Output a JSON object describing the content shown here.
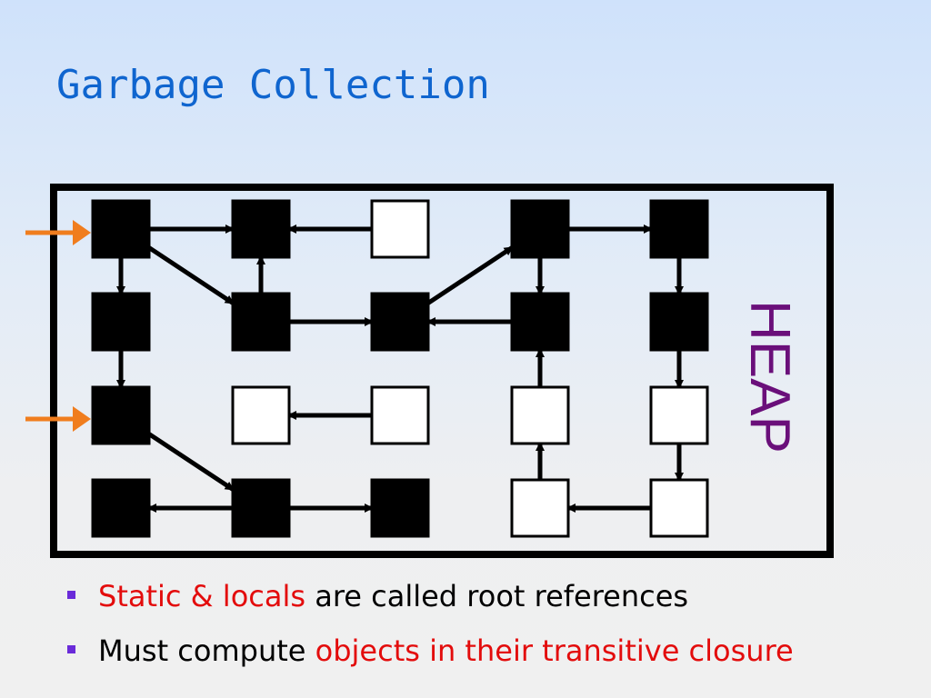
{
  "slide": {
    "title": "Garbage Collection",
    "heap_label": "HEAP",
    "colors": {
      "title": "#0f65cf",
      "heap_label": "#6a0f7a",
      "root_arrow": "#f07d1e",
      "highlight_text": "#e30c0c",
      "bullet_marker": "#6a2bd9"
    }
  },
  "bullets": [
    {
      "highlight": "Static & locals",
      "text": " are called root references"
    },
    {
      "text": "Must compute ",
      "highlight": "objects in their transitive closure"
    }
  ],
  "diagram": {
    "nodes": [
      {
        "id": "r1c1",
        "row": 1,
        "col": 1,
        "reachable": true
      },
      {
        "id": "r1c2",
        "row": 1,
        "col": 2,
        "reachable": true
      },
      {
        "id": "r1c3",
        "row": 1,
        "col": 3,
        "reachable": false
      },
      {
        "id": "r1c4",
        "row": 1,
        "col": 4,
        "reachable": true
      },
      {
        "id": "r1c5",
        "row": 1,
        "col": 5,
        "reachable": true
      },
      {
        "id": "r2c1",
        "row": 2,
        "col": 1,
        "reachable": true
      },
      {
        "id": "r2c2",
        "row": 2,
        "col": 2,
        "reachable": true
      },
      {
        "id": "r2c3",
        "row": 2,
        "col": 3,
        "reachable": true
      },
      {
        "id": "r2c4",
        "row": 2,
        "col": 4,
        "reachable": true
      },
      {
        "id": "r2c5",
        "row": 2,
        "col": 5,
        "reachable": true
      },
      {
        "id": "r3c1",
        "row": 3,
        "col": 1,
        "reachable": true
      },
      {
        "id": "r3c2",
        "row": 3,
        "col": 2,
        "reachable": false
      },
      {
        "id": "r3c3",
        "row": 3,
        "col": 3,
        "reachable": false
      },
      {
        "id": "r3c4",
        "row": 3,
        "col": 4,
        "reachable": false
      },
      {
        "id": "r3c5",
        "row": 3,
        "col": 5,
        "reachable": false
      },
      {
        "id": "r4c1",
        "row": 4,
        "col": 1,
        "reachable": true
      },
      {
        "id": "r4c2",
        "row": 4,
        "col": 2,
        "reachable": true
      },
      {
        "id": "r4c3",
        "row": 4,
        "col": 3,
        "reachable": true
      },
      {
        "id": "r4c4",
        "row": 4,
        "col": 4,
        "reachable": false
      },
      {
        "id": "r4c5",
        "row": 4,
        "col": 5,
        "reachable": false
      }
    ],
    "edges": [
      {
        "from": "r1c1",
        "to": "r1c2"
      },
      {
        "from": "r1c3",
        "to": "r1c2"
      },
      {
        "from": "r1c4",
        "to": "r1c5"
      },
      {
        "from": "r1c1",
        "to": "r2c1"
      },
      {
        "from": "r1c1",
        "to": "r2c2"
      },
      {
        "from": "r2c2",
        "to": "r1c2"
      },
      {
        "from": "r2c3",
        "to": "r1c4"
      },
      {
        "from": "r1c4",
        "to": "r2c4"
      },
      {
        "from": "r1c5",
        "to": "r2c5"
      },
      {
        "from": "r2c2",
        "to": "r2c3"
      },
      {
        "from": "r2c4",
        "to": "r2c3"
      },
      {
        "from": "r2c1",
        "to": "r3c1"
      },
      {
        "from": "r3c4",
        "to": "r2c4"
      },
      {
        "from": "r2c5",
        "to": "r3c5"
      },
      {
        "from": "r3c3",
        "to": "r3c2"
      },
      {
        "from": "r3c1",
        "to": "r4c2"
      },
      {
        "from": "r4c4",
        "to": "r3c4"
      },
      {
        "from": "r3c5",
        "to": "r4c5"
      },
      {
        "from": "r4c2",
        "to": "r4c1"
      },
      {
        "from": "r4c2",
        "to": "r4c3"
      },
      {
        "from": "r4c5",
        "to": "r4c4"
      }
    ],
    "roots": [
      "r1c1",
      "r3c1"
    ]
  }
}
